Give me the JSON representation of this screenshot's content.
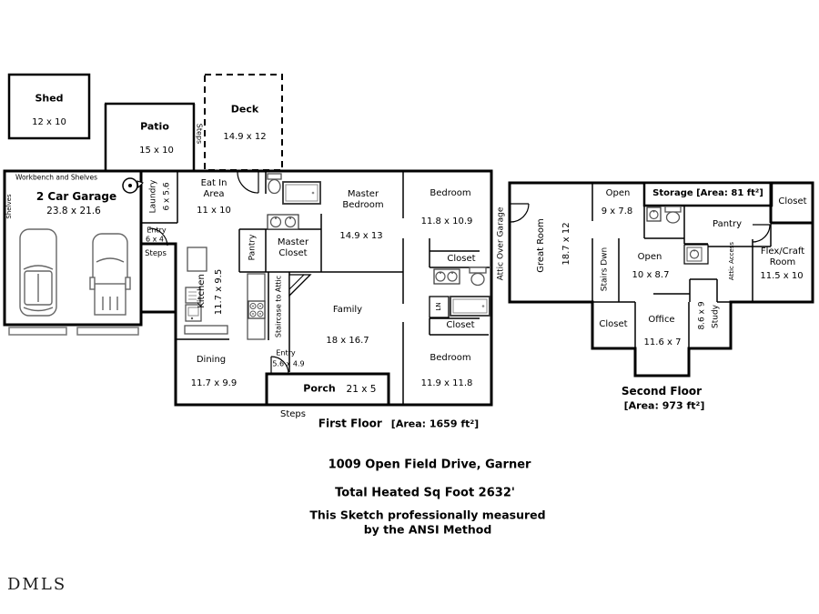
{
  "title_block": {
    "address": "1009 Open Field Drive, Garner",
    "total_heated": "Total Heated Sq Foot 2632'",
    "method_line1": "This Sketch professionally measured",
    "method_line2": "by the ANSI Method",
    "logo": "DMLS"
  },
  "outbuildings": {
    "shed": {
      "name": "Shed",
      "dims": "12 x 10"
    },
    "patio": {
      "name": "Patio",
      "dims": "15 x 10",
      "steps": "Steps"
    },
    "deck": {
      "name": "Deck",
      "dims": "14.9 x 12"
    }
  },
  "first_floor": {
    "title": "First Floor",
    "area": "[Area: 1659 ft²]",
    "garage": {
      "header": "Workbench and Shelves",
      "name": "2 Car Garage",
      "dims": "23.8 x 21.6",
      "side": "Shelves"
    },
    "rooms": {
      "laundry": {
        "name": "Laundry",
        "dims": "6 x 5.6"
      },
      "entry_garage": {
        "name": "Entry",
        "dims": "6 x 4",
        "steps": "Steps"
      },
      "eat_in": {
        "name": "Eat In\nArea",
        "dims": "11 x 10"
      },
      "master_bedroom": {
        "name": "Master\nBedroom",
        "dims": "14.9 x 13"
      },
      "bedroom_front": {
        "name": "Bedroom",
        "dims": "11.8 x 10.9",
        "closet": "Closet"
      },
      "pantry": {
        "name": "Pantry"
      },
      "master_closet": {
        "name": "Master\nCloset"
      },
      "kitchen": {
        "name": "Kitchen",
        "dims": "11.7 x 9.5"
      },
      "staircase": {
        "name": "Staircase to Attic"
      },
      "family": {
        "name": "Family",
        "dims": "18 x 16.7"
      },
      "linen": {
        "name": "LN"
      },
      "bedroom_rear": {
        "name": "Bedroom",
        "dims": "11.9 x 11.8",
        "closet": "Closet"
      },
      "dining": {
        "name": "Dining",
        "dims": "11.7 x 9.9"
      },
      "entry_front": {
        "name": "Entry",
        "dims": "5.6 x 4.9"
      },
      "porch": {
        "name": "Porch",
        "dims": "21 x 5",
        "steps": "Steps"
      }
    }
  },
  "second_floor": {
    "title": "Second Floor",
    "area": "[Area: 973 ft²]",
    "attic_over_garage": "Attic Over Garage",
    "rooms": {
      "great_room": {
        "name": "Great Room",
        "dims": "18.7 x 12"
      },
      "open_front": {
        "name": "Open",
        "dims": "9 x 7.8"
      },
      "storage": {
        "name": "Storage [Area: 81 ft²]"
      },
      "closet_top": {
        "name": "Closet"
      },
      "pantry": {
        "name": "Pantry"
      },
      "stairs": {
        "name": "Stairs Dwn"
      },
      "open_center": {
        "name": "Open",
        "dims": "10 x 8.7"
      },
      "attic_access": {
        "name": "Attic Access"
      },
      "flex_craft": {
        "name": "Flex/Craft\nRoom",
        "dims": "11.5 x 10"
      },
      "closet_bottom": {
        "name": "Closet"
      },
      "office": {
        "name": "Office",
        "dims": "11.6 x 7"
      },
      "study": {
        "name": "Study",
        "dims": "8.6 x 9"
      }
    }
  }
}
